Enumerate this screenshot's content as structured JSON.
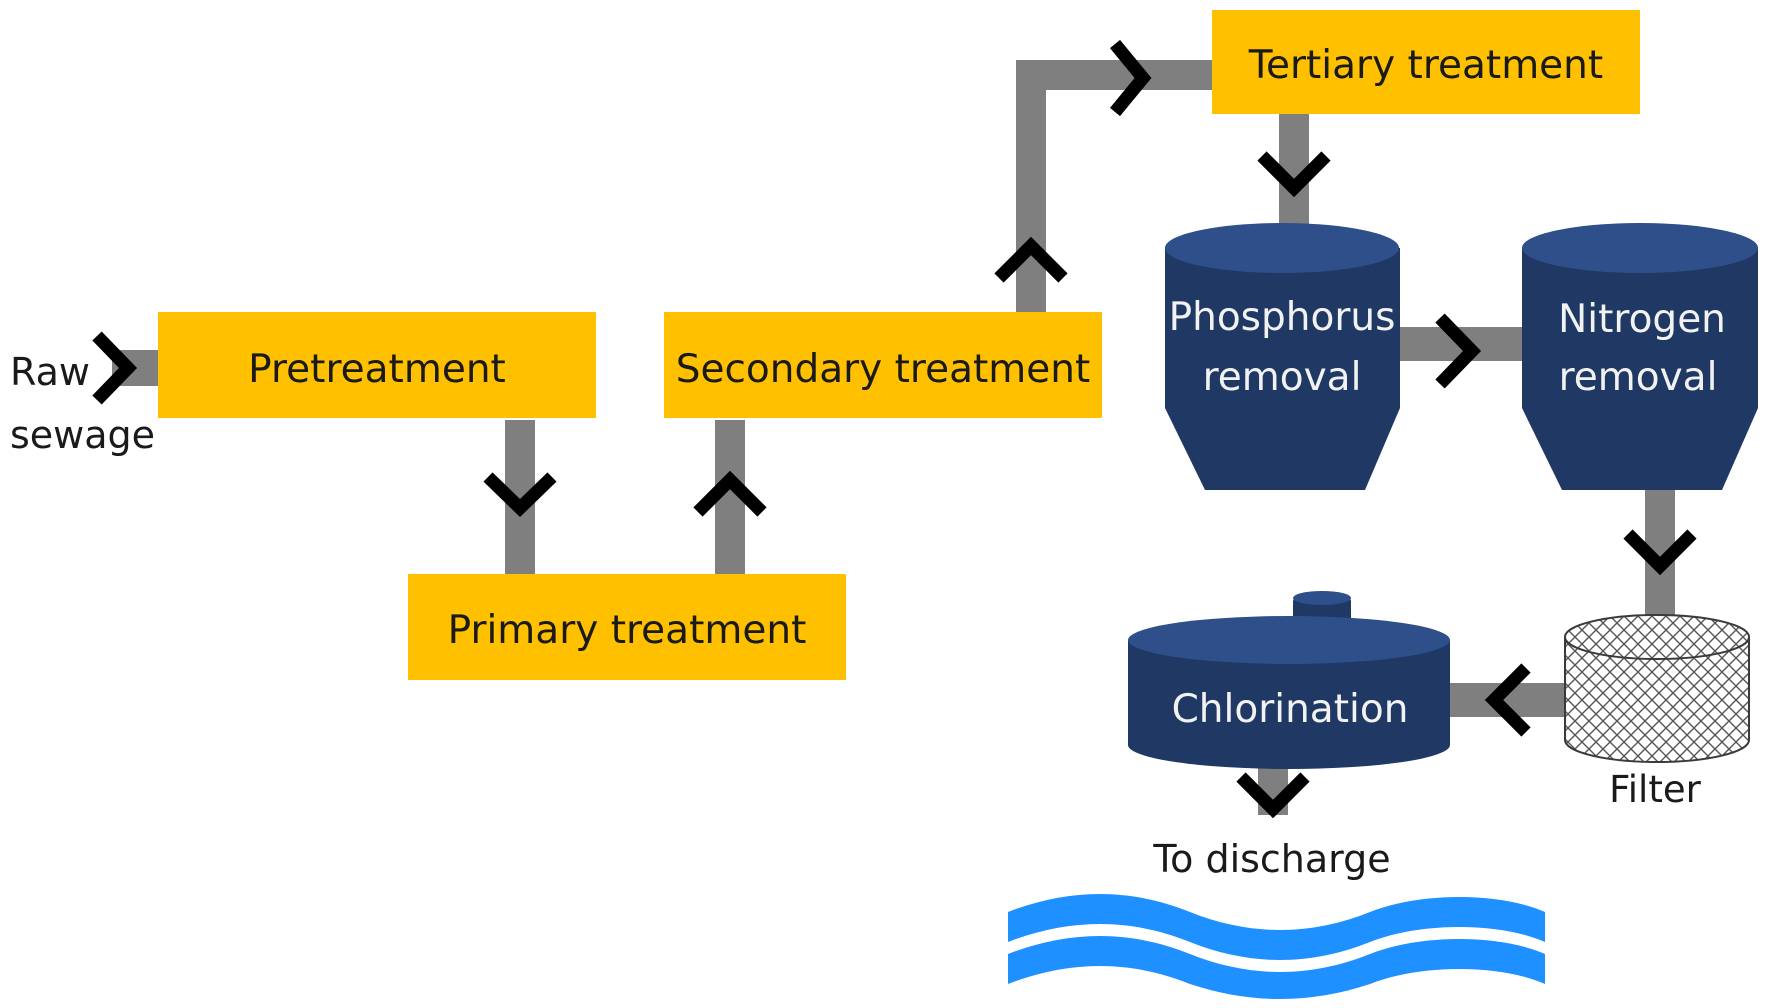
{
  "inputs": {
    "raw_line1": "Raw",
    "raw_line2": "sewage"
  },
  "stages": {
    "pretreatment": "Pretreatment",
    "primary": "Primary treatment",
    "secondary": "Secondary treatment",
    "tertiary": "Tertiary treatment"
  },
  "tanks": {
    "phosphorus_line1": "Phosphorus",
    "phosphorus_line2": "removal",
    "nitrogen_line1": "Nitrogen",
    "nitrogen_line2": "removal",
    "chlorination": "Chlorination",
    "filter": "Filter"
  },
  "outputs": {
    "discharge": "To discharge"
  },
  "colors": {
    "stage_fill": "#FFC000",
    "tank_fill": "#1F3864",
    "tank_text": "#F2F2F2",
    "pipe": "#7F7F7F",
    "chevron": "#000000",
    "water": "#1E90FF",
    "text": "#1A1A1A"
  }
}
